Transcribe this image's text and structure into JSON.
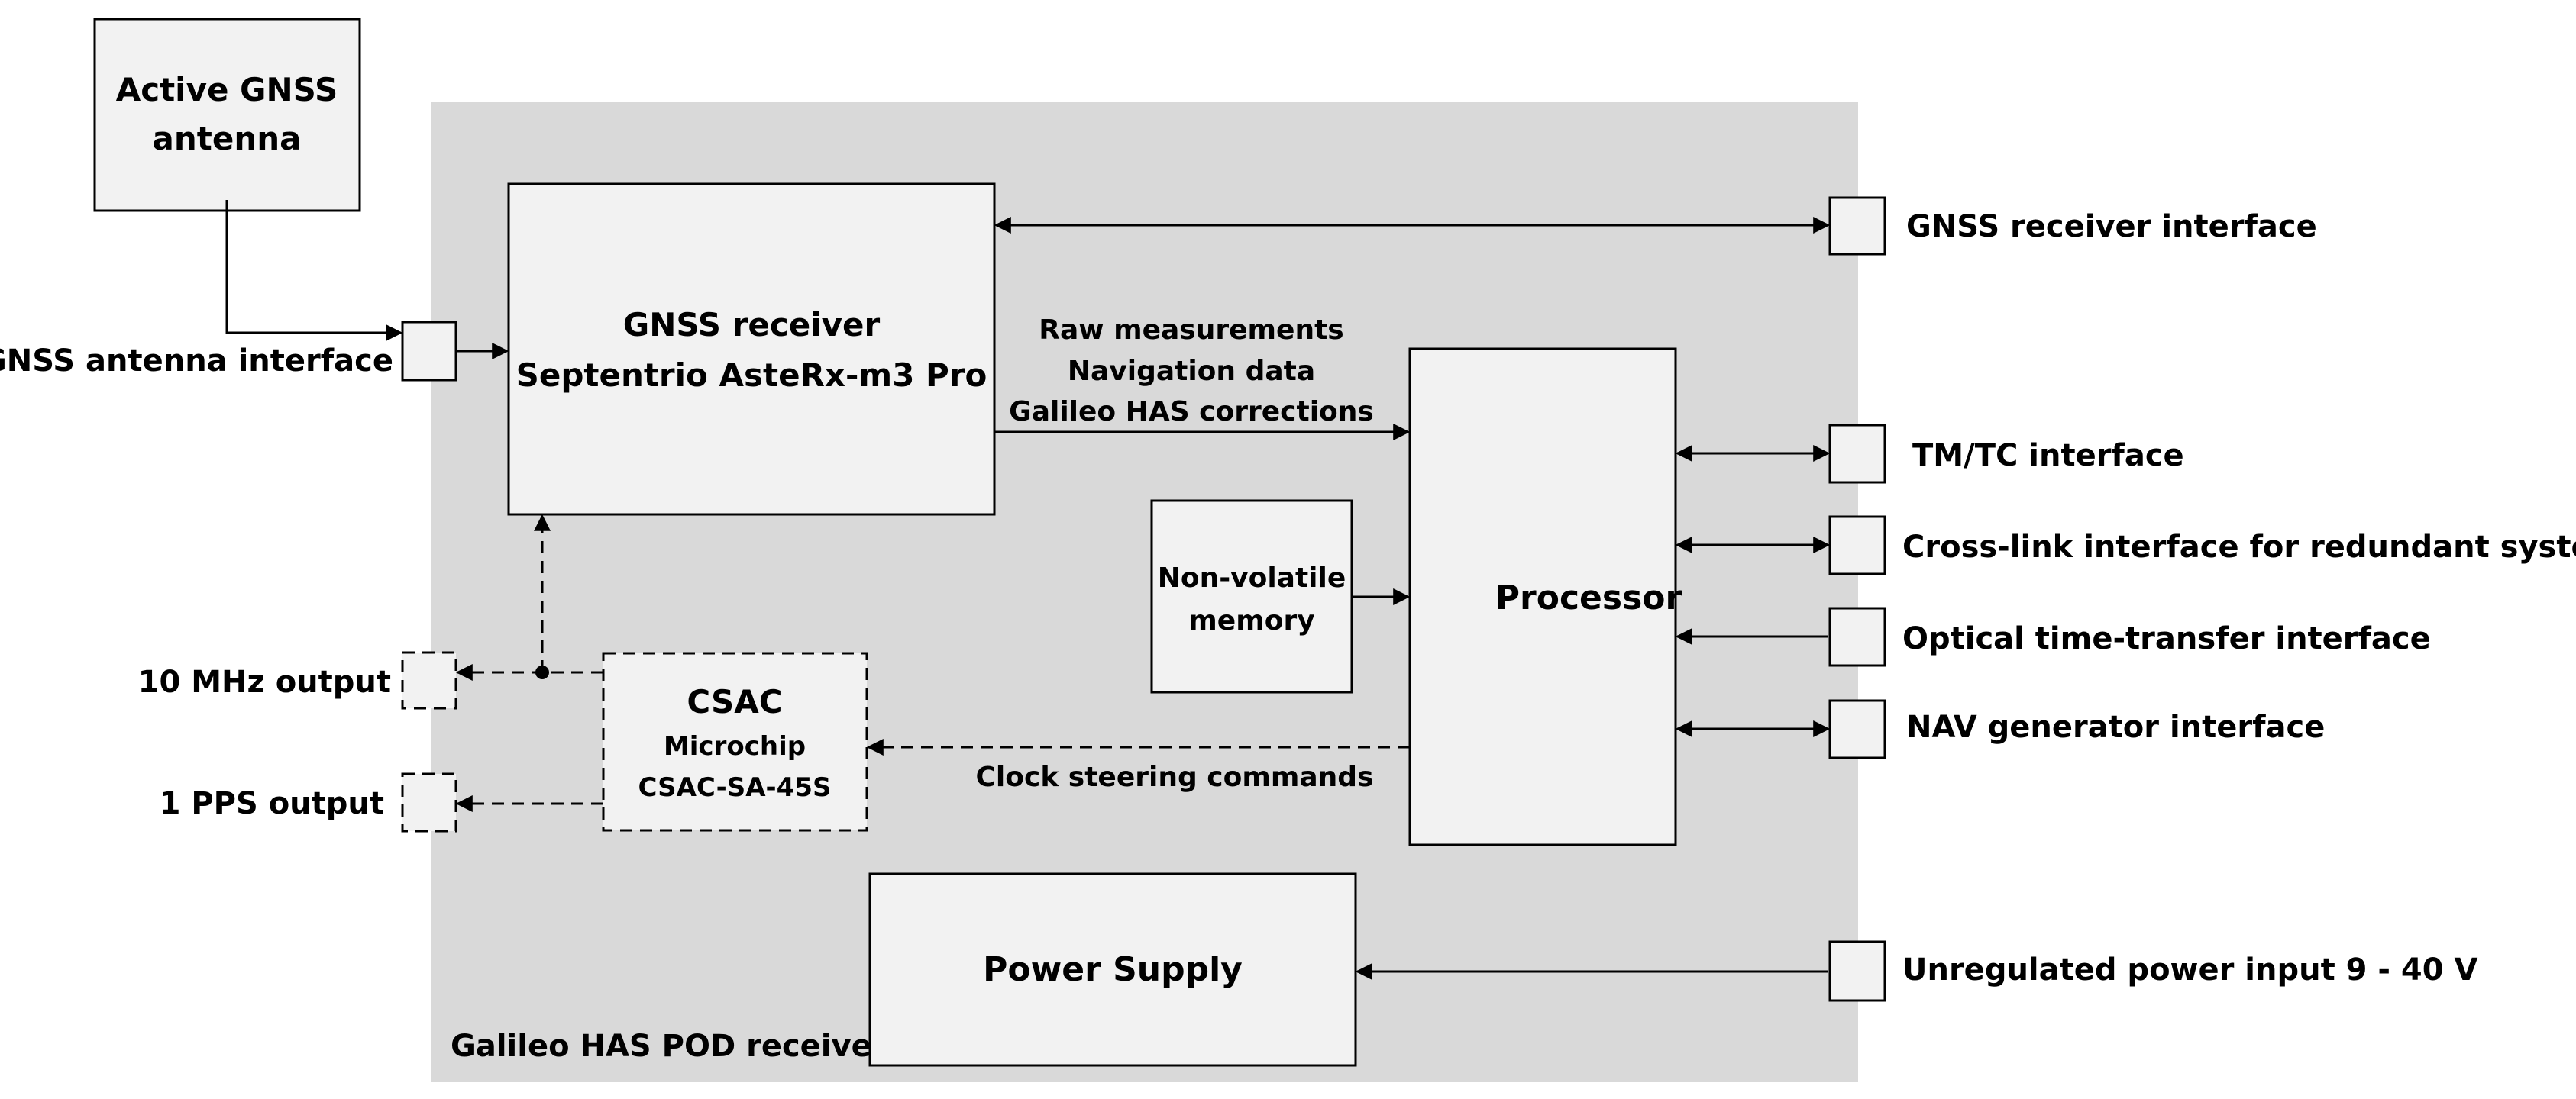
{
  "diagram": {
    "enclosure_label": "Galileo HAS POD receiver",
    "antenna": {
      "line1": "Active GNSS",
      "line2": "antenna"
    },
    "gnss_receiver": {
      "line1": "GNSS receiver",
      "line2": "Septentrio AsteRx-m3 Pro"
    },
    "processor": "Processor",
    "memory": {
      "line1": "Non-volatile",
      "line2": "memory"
    },
    "csac": {
      "line1": "CSAC",
      "line2": "Microchip",
      "line3": "CSAC-SA-45S"
    },
    "power_supply": "Power Supply",
    "data_flow": {
      "line1": "Raw measurements",
      "line2": "Navigation data",
      "line3": "Galileo HAS corrections"
    },
    "clock_steering": "Clock steering commands",
    "ports": {
      "antenna_interface": "GNSS antenna interface",
      "out_10mhz": "10 MHz output",
      "out_1pps": "1 PPS output",
      "gnss_receiver_interface": "GNSS receiver interface",
      "tmtc": "TM/TC interface",
      "cross_link": "Cross-link interface for redundant system",
      "optical": "Optical time-transfer interface",
      "nav_generator": "NAV generator interface",
      "power_input": "Unregulated power input 9 - 40 V"
    },
    "colors": {
      "enclosure": "#d9d9d9",
      "box_fill": "#f2f2f2",
      "line": "#000000"
    }
  }
}
